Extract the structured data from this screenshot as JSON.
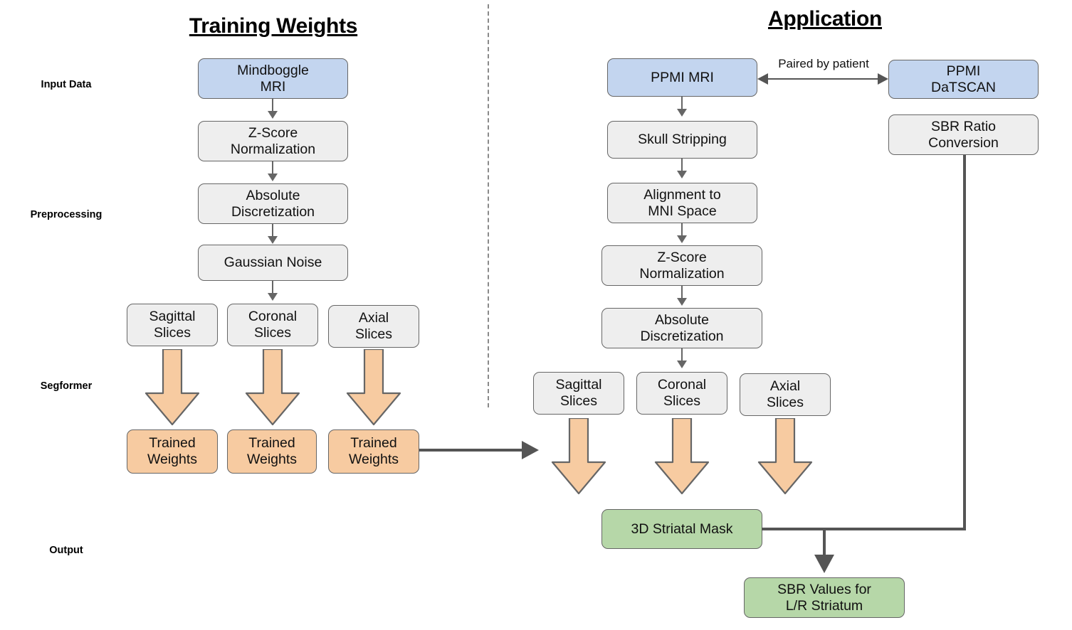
{
  "sections": {
    "left_title": "Training Weights",
    "right_title": "Application"
  },
  "row_labels": [
    {
      "label": "Input Data"
    },
    {
      "label": "Preprocessing"
    },
    {
      "label": "Segformer"
    },
    {
      "label": "Output"
    }
  ],
  "colors": {
    "input": "#c3d5ef",
    "process": "#eeeeee",
    "weights": "#f7cba1",
    "output": "#b6d7a8",
    "connector": "#555555",
    "border": "#666666",
    "divider": "#8a8a8a"
  },
  "training": {
    "nodes": [
      {
        "id": "mindboggle-mri",
        "label": "Mindboggle\nMRI",
        "color": "input"
      },
      {
        "id": "zscore-normalization",
        "label": "Z-Score\nNormalization",
        "color": "process"
      },
      {
        "id": "absolute-discretization",
        "label": "Absolute\nDiscretization",
        "color": "process"
      },
      {
        "id": "gaussian-noise",
        "label": "Gaussian Noise",
        "color": "process"
      },
      {
        "id": "sagittal-slices",
        "label": "Sagittal\nSlices",
        "color": "process"
      },
      {
        "id": "coronal-slices",
        "label": "Coronal\nSlices",
        "color": "process"
      },
      {
        "id": "axial-slices",
        "label": "Axial\nSlices",
        "color": "process"
      },
      {
        "id": "trained-weights-sagittal",
        "label": "Trained\nWeights",
        "color": "weights"
      },
      {
        "id": "trained-weights-coronal",
        "label": "Trained\nWeights",
        "color": "weights"
      },
      {
        "id": "trained-weights-axial",
        "label": "Trained\nWeights",
        "color": "weights"
      }
    ]
  },
  "application": {
    "nodes": [
      {
        "id": "ppmi-mri",
        "label": "PPMI MRI",
        "color": "input"
      },
      {
        "id": "ppmi-datscan",
        "label": "PPMI\nDaTSCAN",
        "color": "input"
      },
      {
        "id": "sbr-ratio-conversion",
        "label": "SBR Ratio\nConversion",
        "color": "process"
      },
      {
        "id": "skull-stripping",
        "label": "Skull Stripping",
        "color": "process"
      },
      {
        "id": "alignment-mni",
        "label": "Alignment to\nMNI Space",
        "color": "process"
      },
      {
        "id": "zscore-normalization",
        "label": "Z-Score\nNormalization",
        "color": "process"
      },
      {
        "id": "absolute-discretization",
        "label": "Absolute\nDiscretization",
        "color": "process"
      },
      {
        "id": "sagittal-slices",
        "label": "Sagittal\nSlices",
        "color": "process"
      },
      {
        "id": "coronal-slices",
        "label": "Coronal\nSlices",
        "color": "process"
      },
      {
        "id": "axial-slices",
        "label": "Axial\nSlices",
        "color": "process"
      },
      {
        "id": "striatal-mask",
        "label": "3D Striatal Mask",
        "color": "output"
      },
      {
        "id": "sbr-values",
        "label": "SBR Values for\nL/R Striatum",
        "color": "output"
      }
    ],
    "edge_labels": [
      {
        "id": "paired-by-patient",
        "label": "Paired by patient"
      }
    ]
  }
}
